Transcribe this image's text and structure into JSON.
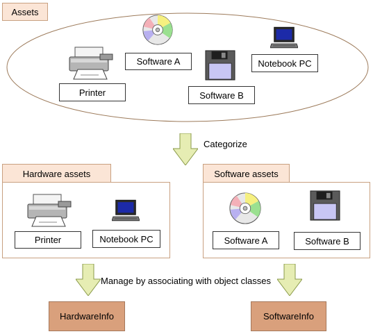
{
  "assets": {
    "tab_label": "Assets",
    "items": {
      "printer": "Printer",
      "software_a": "Software A",
      "software_b": "Software B",
      "notebook": "Notebook PC"
    }
  },
  "categorize_label": "Categorize",
  "hardware": {
    "tab_label": "Hardware assets",
    "printer": "Printer",
    "notebook": "Notebook PC"
  },
  "software": {
    "tab_label": "Software assets",
    "software_a": "Software A",
    "software_b": "Software B"
  },
  "manage_label": "Manage by associating with object classes",
  "classes": {
    "hardware": "HardwareInfo",
    "software": "SoftwareInfo"
  }
}
